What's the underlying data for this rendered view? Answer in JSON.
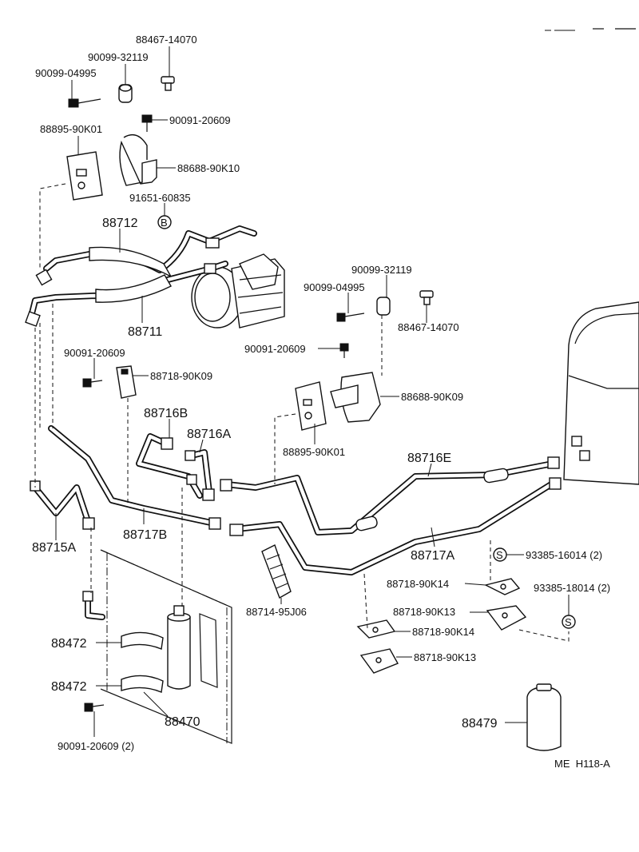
{
  "labels": {
    "p88467_14070_a": "88467-14070",
    "p90099_32119_a": "90099-32119",
    "p90099_04995_a": "90099-04995",
    "p90091_20609_a": "90091-20609",
    "p88895_90K01_a": "88895-90K01",
    "p88688_90K10": "88688-90K10",
    "p91651_60835": "91651-60835",
    "p88712": "88712",
    "p88711": "88711",
    "p90099_32119_b": "90099-32119",
    "p90099_04995_b": "90099-04995",
    "p88467_14070_b": "88467-14070",
    "p90091_20609_b": "90091-20609",
    "p90091_20609_c": "90091-20609",
    "p88718_90K09": "88718-90K09",
    "p88688_90K09": "88688-90K09",
    "p88716B": "88716B",
    "p88716A": "88716A",
    "p88895_90K01_b": "88895-90K01",
    "p88716E": "88716E",
    "p88715A": "88715A",
    "p88717B": "88717B",
    "p88717A": "88717A",
    "p93385_16014": "93385-16014 (2)",
    "p88718_90K14_a": "88718-90K14",
    "p93385_18014": "93385-18014 (2)",
    "p88714_95J06": "88714-95J06",
    "p88718_90K13_a": "88718-90K13",
    "p88718_90K14_b": "88718-90K14",
    "p88718_90K13_b": "88718-90K13",
    "p88472_a": "88472",
    "p88472_b": "88472",
    "p88470": "88470",
    "p90091_20609_2": "90091-20609 (2)",
    "p88479": "88479",
    "ref_code": "ME  H118-A"
  },
  "symbols": {
    "b_mark": "B",
    "s_mark_a": "S",
    "s_mark_b": "S"
  }
}
